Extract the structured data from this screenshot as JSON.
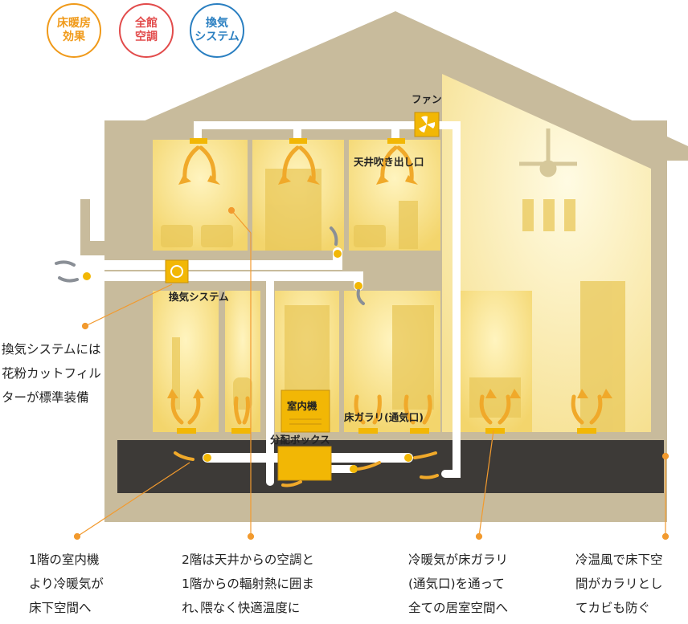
{
  "badges": {
    "floor_heating": {
      "line1": "床暖房",
      "line2": "効果",
      "color": "#f09a1a"
    },
    "central_ac": {
      "line1": "全館",
      "line2": "空調",
      "color": "#e24b4b"
    },
    "ventilation": {
      "line1": "換気",
      "line2": "システム",
      "color": "#2a7fc1"
    }
  },
  "labels": {
    "fan": "ファン",
    "ceiling_outlet": "天井吹き出し口",
    "ventilation_system": "換気システム",
    "indoor_unit": "室内機",
    "distribution_box": "分配ボックス",
    "floor_vent": "床ガラリ(通気口)"
  },
  "captions": {
    "filter": [
      "換気システムには",
      "花粉カットフィル",
      "ターが標準装備"
    ],
    "indoor_unit_1f": [
      "1階の室内機",
      "より冷暖気が",
      "床下空間へ"
    ],
    "second_floor": [
      "2階は天井からの空調と",
      "1階からの輻射熱に囲ま",
      "れ､隈なく快適温度に"
    ],
    "floor_vent": [
      "冷暖気が床ガラリ",
      "(通気口)を通って",
      "全ての居室空間へ"
    ],
    "underfloor": [
      "冷温風で床下空",
      "間がカラリとし",
      "てカビも防ぐ"
    ]
  },
  "colors": {
    "house_frame": "#c8bb9c",
    "room_glow": "#fbe9a4",
    "duct": "#ffffff",
    "vent": "#f2b705",
    "underfloor": "#3d3a37",
    "leader": "#f29a2e"
  }
}
